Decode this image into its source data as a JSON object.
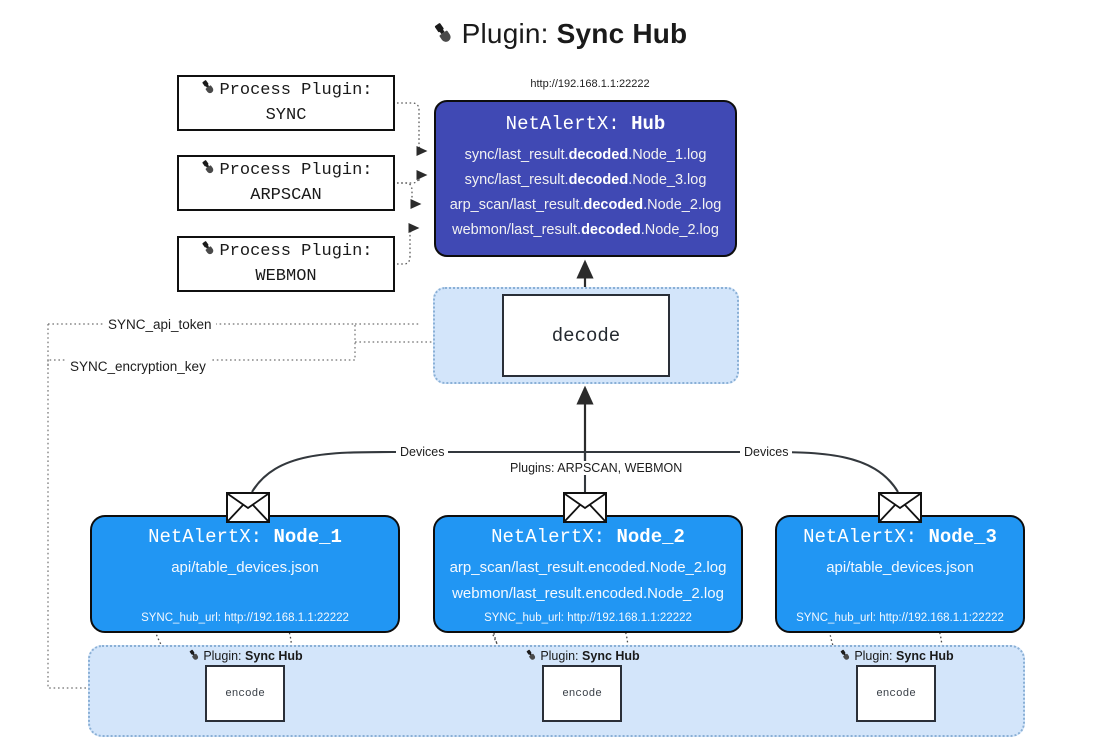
{
  "header": {
    "icon": "plug-icon",
    "prefix": "Plugin:",
    "title": "Sync Hub"
  },
  "hub": {
    "url": "http://192.168.1.1:22222",
    "title_prefix": "NetAlertX:",
    "title_name": "Hub",
    "log_lines": [
      {
        "pre": "sync/last_result.",
        "mid": "decoded",
        "post": ".Node_1.log"
      },
      {
        "pre": "sync/last_result.",
        "mid": "decoded",
        "post": ".Node_3.log"
      },
      {
        "pre": "arp_scan/last_result.",
        "mid": "decoded",
        "post": ".Node_2.log"
      },
      {
        "pre": "webmon/last_result.",
        "mid": "decoded",
        "post": ".Node_2.log"
      }
    ],
    "color": "#4049b4"
  },
  "process_plugins": [
    {
      "icon": "plug-icon",
      "prefix": "Process Plugin:",
      "name": "SYNC"
    },
    {
      "icon": "plug-icon",
      "prefix": "Process Plugin:",
      "name": "ARPSCAN"
    },
    {
      "icon": "plug-icon",
      "prefix": "Process Plugin:",
      "name": "WEBMON"
    }
  ],
  "decode": {
    "label": "decode",
    "container_color": "#d3e5fa"
  },
  "tokens": {
    "api_token": "SYNC_api_token",
    "encryption_key": "SYNC_encryption_key"
  },
  "edge_labels": {
    "devices_left": "Devices",
    "devices_right": "Devices",
    "plugins_center": "Plugins: ARPSCAN, WEBMON"
  },
  "nodes": [
    {
      "title_prefix": "NetAlertX:",
      "title_name": "Node_1",
      "rows": [
        "api/table_devices.json"
      ],
      "footer": "SYNC_hub_url: http://192.168.1.1:22222",
      "icon": "envelope-icon",
      "color": "#2196f3"
    },
    {
      "title_prefix": "NetAlertX:",
      "title_name": "Node_2",
      "rows": [
        "arp_scan/last_result.encoded.Node_2.log",
        "webmon/last_result.encoded.Node_2.log"
      ],
      "footer": "SYNC_hub_url: http://192.168.1.1:22222",
      "icon": "envelope-icon",
      "color": "#2196f3"
    },
    {
      "title_prefix": "NetAlertX:",
      "title_name": "Node_3",
      "rows": [
        "api/table_devices.json"
      ],
      "footer": "SYNC_hub_url: http://192.168.1.1:22222",
      "icon": "envelope-icon",
      "color": "#2196f3"
    }
  ],
  "encode_groups": [
    {
      "icon": "plug-icon",
      "prefix": "Plugin:",
      "name": "Sync Hub",
      "box_label": "encode"
    },
    {
      "icon": "plug-icon",
      "prefix": "Plugin:",
      "name": "Sync Hub",
      "box_label": "encode"
    },
    {
      "icon": "plug-icon",
      "prefix": "Plugin:",
      "name": "Sync Hub",
      "box_label": "encode"
    }
  ]
}
